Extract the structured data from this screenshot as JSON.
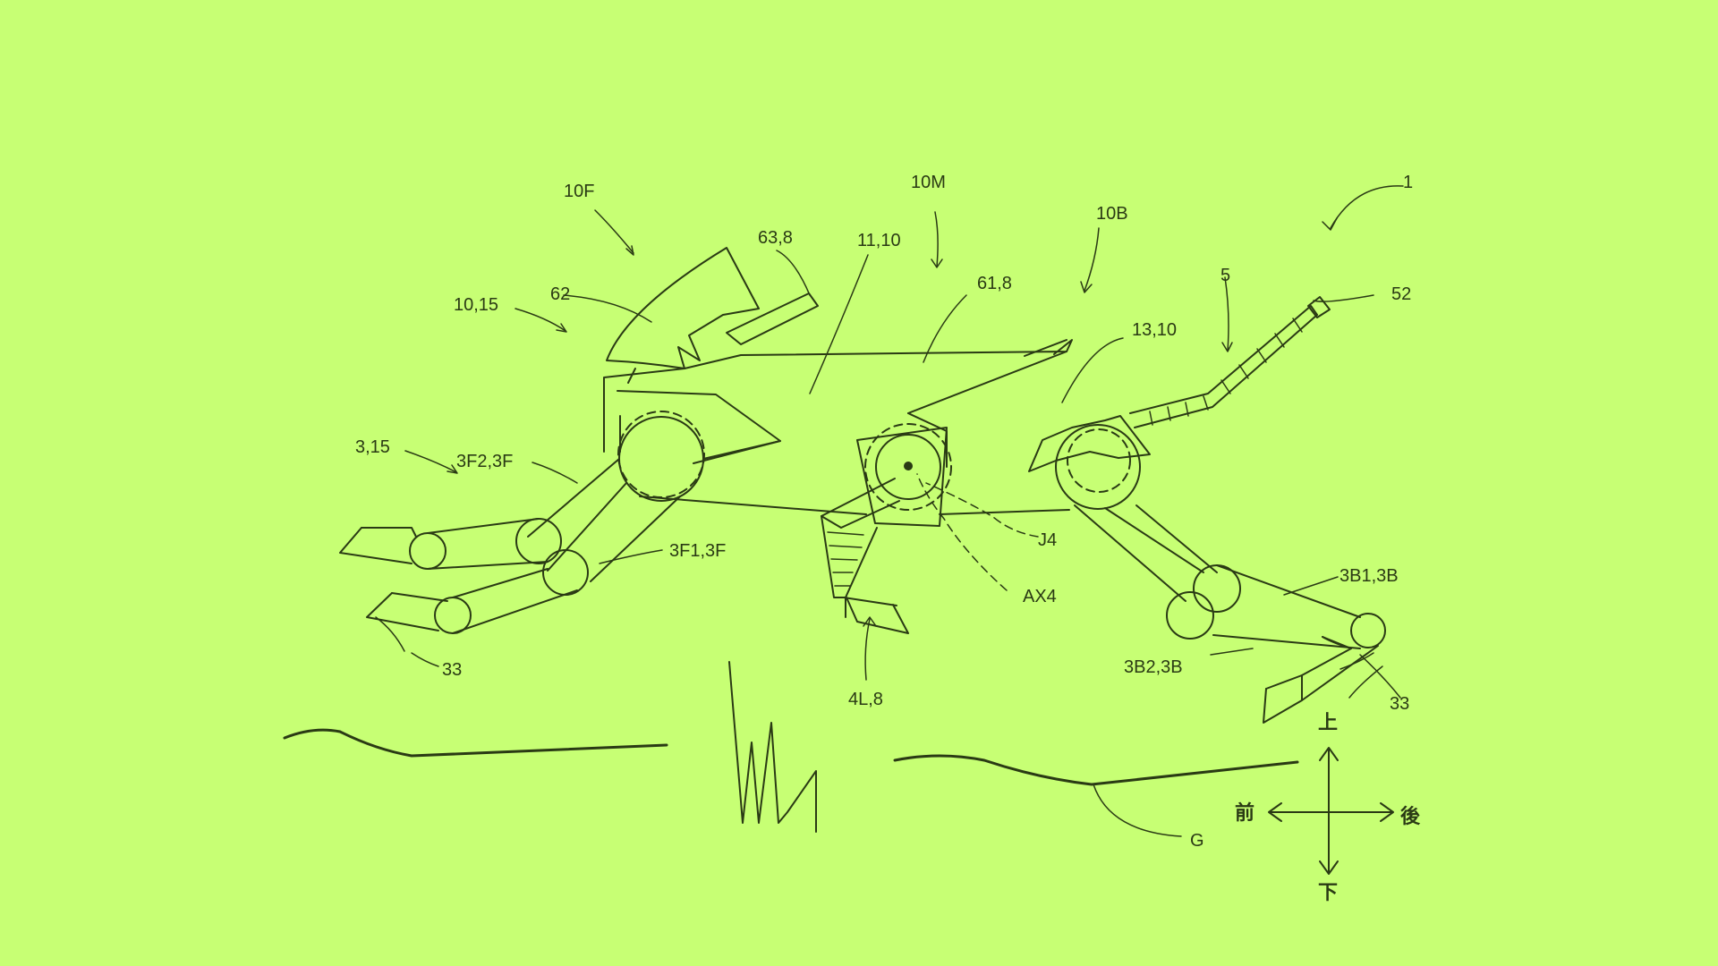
{
  "colors": {
    "background": "#c7ff74",
    "ink": "#2a3a14"
  },
  "labels": {
    "ref_1": "1",
    "ref_10F": "10F",
    "ref_10M": "10M",
    "ref_10B": "10B",
    "ref_63_8": "63,8",
    "ref_11_10": "11,10",
    "ref_62": "62",
    "ref_61_8": "61,8",
    "ref_10_15": "10,15",
    "ref_13_10": "13,10",
    "ref_5": "5",
    "ref_52": "52",
    "ref_3_15": "3,15",
    "ref_3F2_3F": "3F2,3F",
    "ref_3F1_3F": "3F1,3F",
    "ref_J4": "J4",
    "ref_AX4": "AX4",
    "ref_3B1_3B": "3B1,3B",
    "ref_33_front": "33",
    "ref_33_rear": "33",
    "ref_4L_8": "4L,8",
    "ref_3B2_3B": "3B2,3B",
    "ref_G": "G"
  },
  "directions": {
    "up": "上",
    "down": "下",
    "front": "前",
    "rear": "後"
  }
}
